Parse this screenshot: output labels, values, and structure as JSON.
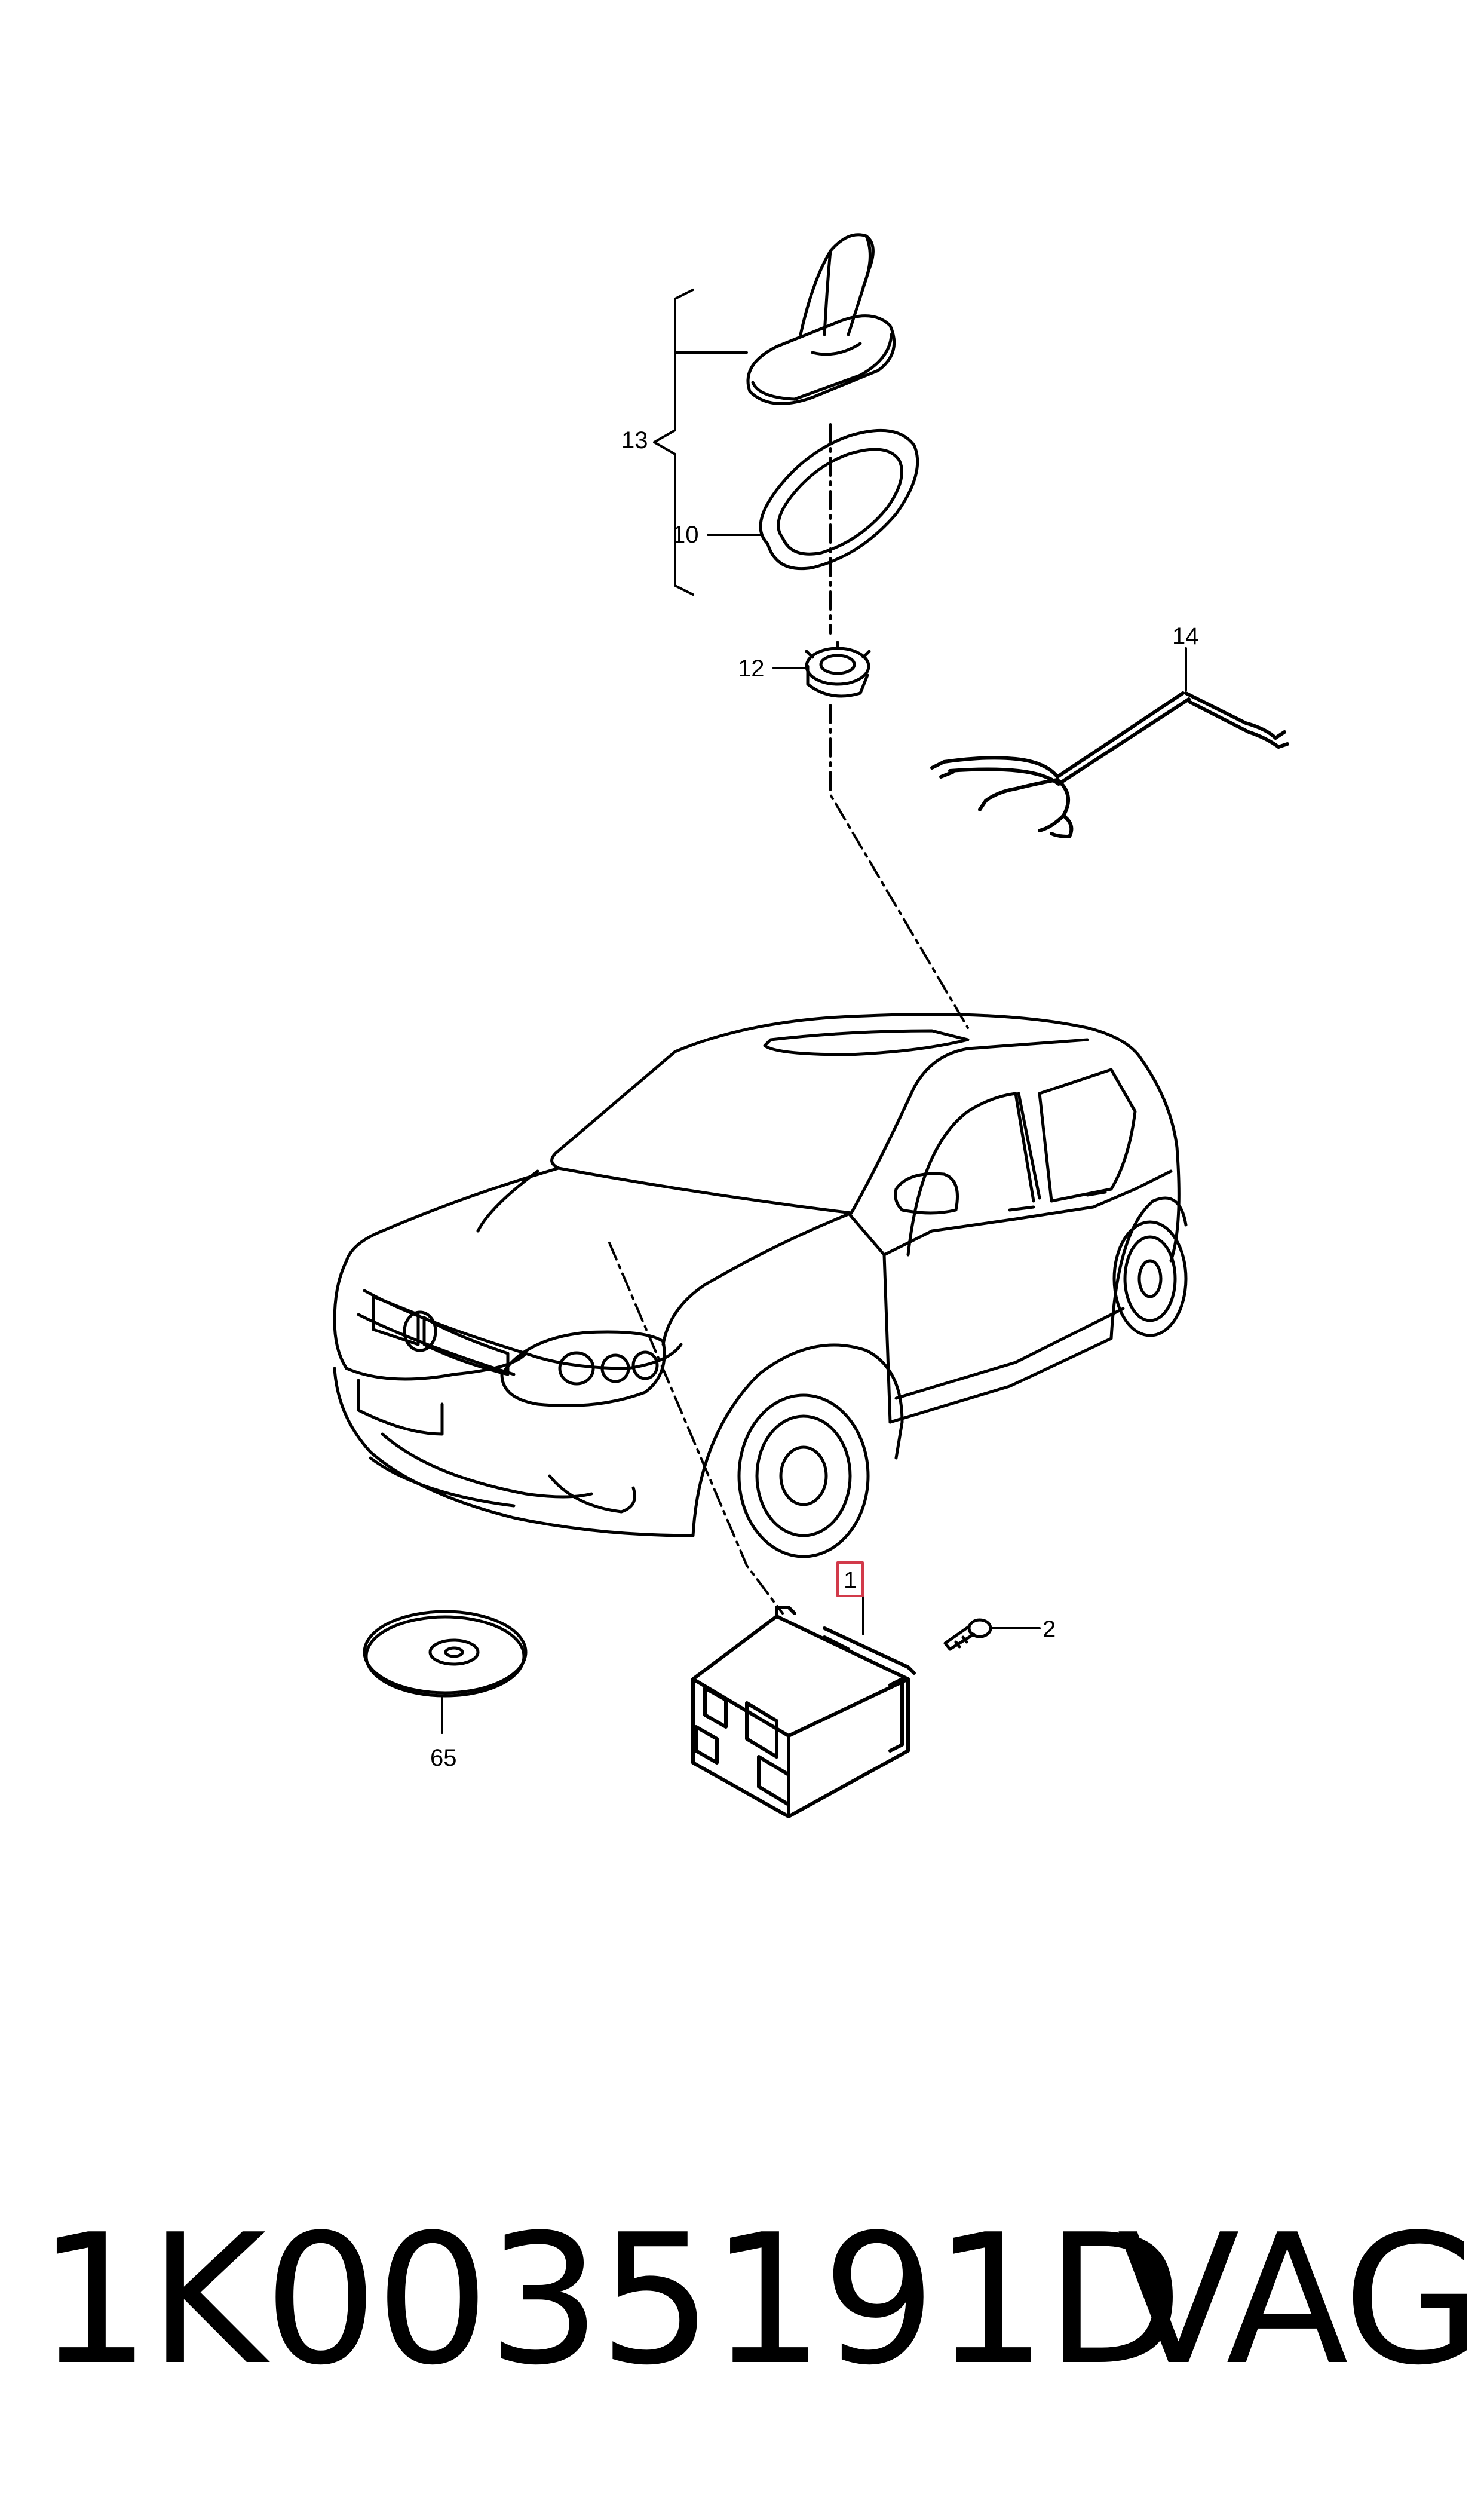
{
  "callouts": {
    "item_13": "13",
    "item_10": "10",
    "item_12": "12",
    "item_14": "14",
    "item_1": "1",
    "item_2": "2",
    "item_65": "65"
  },
  "footer": {
    "part_number": "1K0035191D",
    "brand": "VAG"
  },
  "colors": {
    "line": "#000000",
    "highlight_box": "#d23a4a",
    "background": "#ffffff"
  }
}
